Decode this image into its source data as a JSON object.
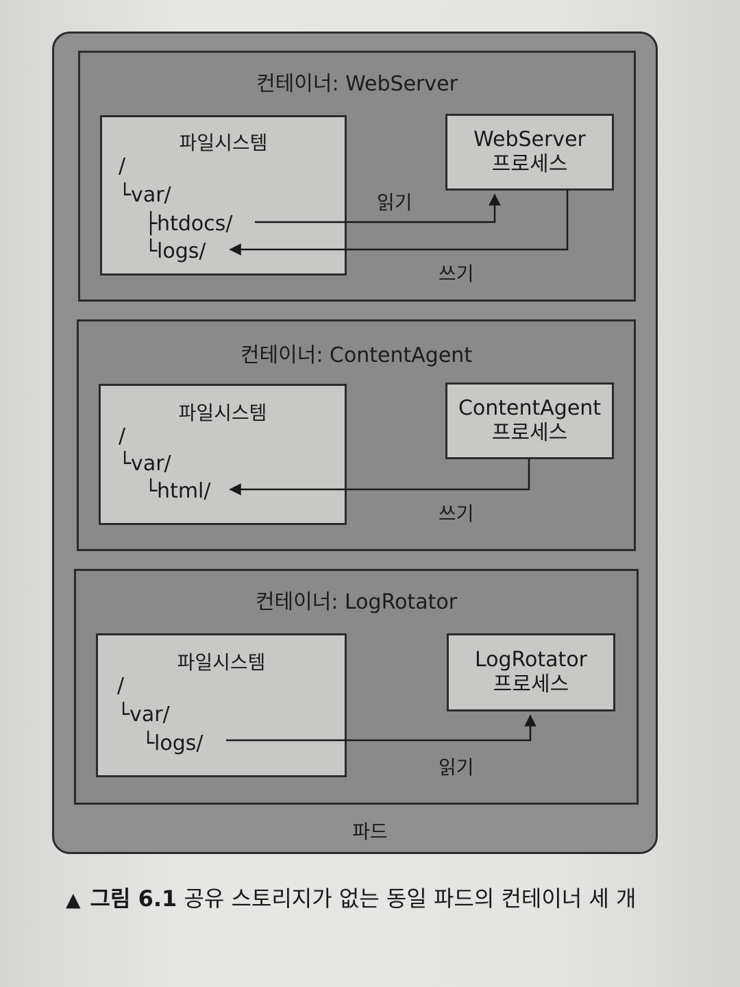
{
  "pod_label": "파드",
  "filesystem_title": "파일시스템",
  "containers": [
    {
      "title": "컨테이너: WebServer",
      "paths": [
        "/",
        "└var/",
        "├htdocs/",
        "└logs/"
      ],
      "process": [
        "WebServer",
        "프로세스"
      ],
      "labels": [
        "읽기",
        "쓰기"
      ]
    },
    {
      "title": "컨테이너: ContentAgent",
      "paths": [
        "/",
        "└var/",
        "└html/"
      ],
      "process": [
        "ContentAgent",
        "프로세스"
      ],
      "labels": [
        "쓰기"
      ]
    },
    {
      "title": "컨테이너: LogRotator",
      "paths": [
        "/",
        "└var/",
        "└logs/"
      ],
      "process": [
        "LogRotator",
        "프로세스"
      ],
      "labels": [
        "읽기"
      ]
    }
  ],
  "caption": {
    "marker": "▲",
    "figure": "그림 6.1",
    "text": "공유 스토리지가 없는 동일 파드의 컨테이너 세 개"
  }
}
